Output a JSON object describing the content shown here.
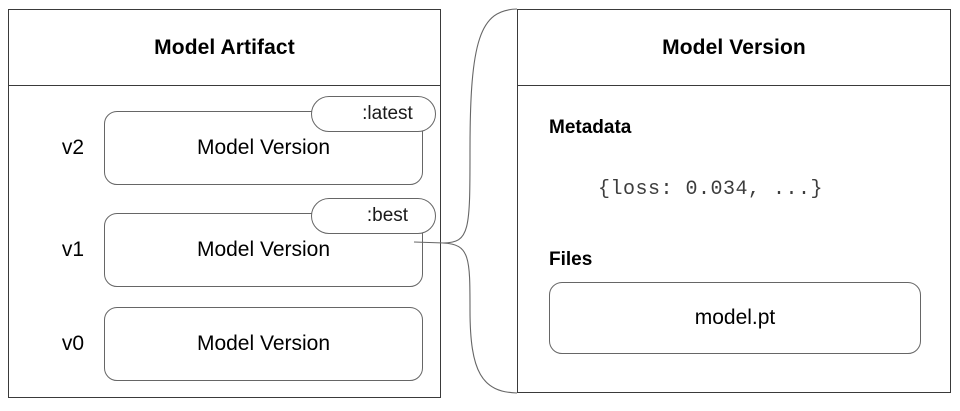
{
  "diagram": {
    "title": "Model Artifact / Model Version relationship",
    "stroke_color": "#3a3a3a",
    "box_stroke_color": "#666666",
    "background_color": "#ffffff"
  },
  "artifact_panel": {
    "title": "Model Artifact",
    "versions": [
      {
        "version_label": "v2",
        "box_label": "Model Version",
        "alias": ":latest"
      },
      {
        "version_label": "v1",
        "box_label": "Model Version",
        "alias": ":best"
      },
      {
        "version_label": "v0",
        "box_label": "Model Version",
        "alias": null
      }
    ]
  },
  "version_panel": {
    "title": "Model Version",
    "metadata": {
      "heading": "Metadata",
      "value": "{loss: 0.034, ...}"
    },
    "files": {
      "heading": "Files",
      "items": [
        {
          "name": "model.pt"
        }
      ]
    }
  },
  "connector": {
    "name": "brace-connector",
    "from": "v1 Model Version box",
    "to": "Model Version detail panel"
  }
}
